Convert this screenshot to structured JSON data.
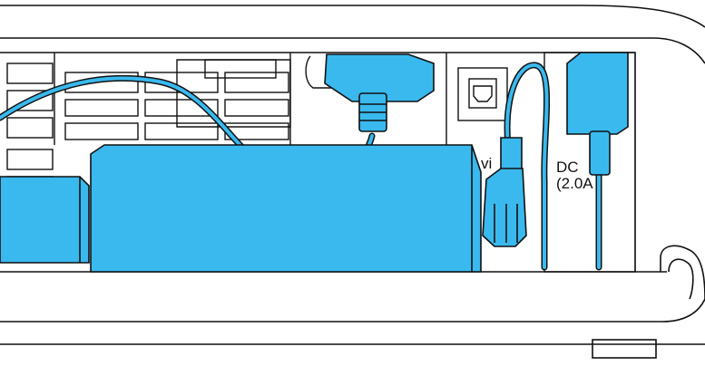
{
  "labels": {
    "port_label_partial": "vi",
    "dc_label_partial": "DC",
    "dc_rating_partial": "(2.0A"
  },
  "colors": {
    "highlight_fill": "#39b9ee",
    "outline": "#111111",
    "background": "#ffffff"
  }
}
